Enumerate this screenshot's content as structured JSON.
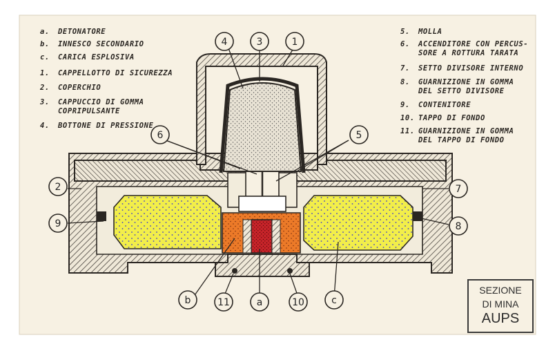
{
  "colors": {
    "paper": "#f7f1e3",
    "ink": "#2a2622",
    "hatch": "#4a4540",
    "explosive": "#f2ee4a",
    "booster": "#ec7a28",
    "detonator": "#c8242a",
    "cap_fill": "#e8e2d4"
  },
  "legend_left": [
    {
      "key": "a.",
      "text": "DETONATORE"
    },
    {
      "key": "b.",
      "text": "INNESCO SECONDARIO"
    },
    {
      "key": "c.",
      "text": "CARICA ESPLOSIVA"
    },
    {
      "key": "1.",
      "text": "CAPPELLOTTO DI SICUREZZA"
    },
    {
      "key": "2.",
      "text": "COPERCHIO"
    },
    {
      "key": "3.",
      "text": "CAPPUCCIO DI GOMMA"
    },
    {
      "key": "",
      "text": "COPRIPULSANTE"
    },
    {
      "key": "4.",
      "text": "BOTTONE DI PRESSIONE"
    }
  ],
  "legend_right": [
    {
      "key": "5.",
      "text": "MOLLA"
    },
    {
      "key": "6.",
      "text": "ACCENDITORE CON PERCUS-"
    },
    {
      "key": "",
      "text": "SORE A ROTTURA TARATA"
    },
    {
      "key": "7.",
      "text": "SETTO DIVISORE INTERNO"
    },
    {
      "key": "8.",
      "text": "GUARNIZIONE IN GOMMA"
    },
    {
      "key": "",
      "text": "DEL SETTO DIVISORE"
    },
    {
      "key": "9.",
      "text": "CONTENITORE"
    },
    {
      "key": "10.",
      "text": "TAPPO DI FONDO"
    },
    {
      "key": "11.",
      "text": "GUARNIZIONE IN GOMMA"
    },
    {
      "key": "",
      "text": "DEL TAPPO DI FONDO"
    }
  ],
  "callouts": {
    "c1": "1",
    "c2": "2",
    "c3": "3",
    "c4": "4",
    "c5": "5",
    "c6": "6",
    "c7": "7",
    "c8": "8",
    "c9": "9",
    "c10": "10",
    "c11": "11",
    "ca": "a",
    "cb": "b",
    "cc": "c"
  },
  "section_label": {
    "line1": "SEZIONE",
    "line2": "DI MINA",
    "line3": "AUPS"
  }
}
